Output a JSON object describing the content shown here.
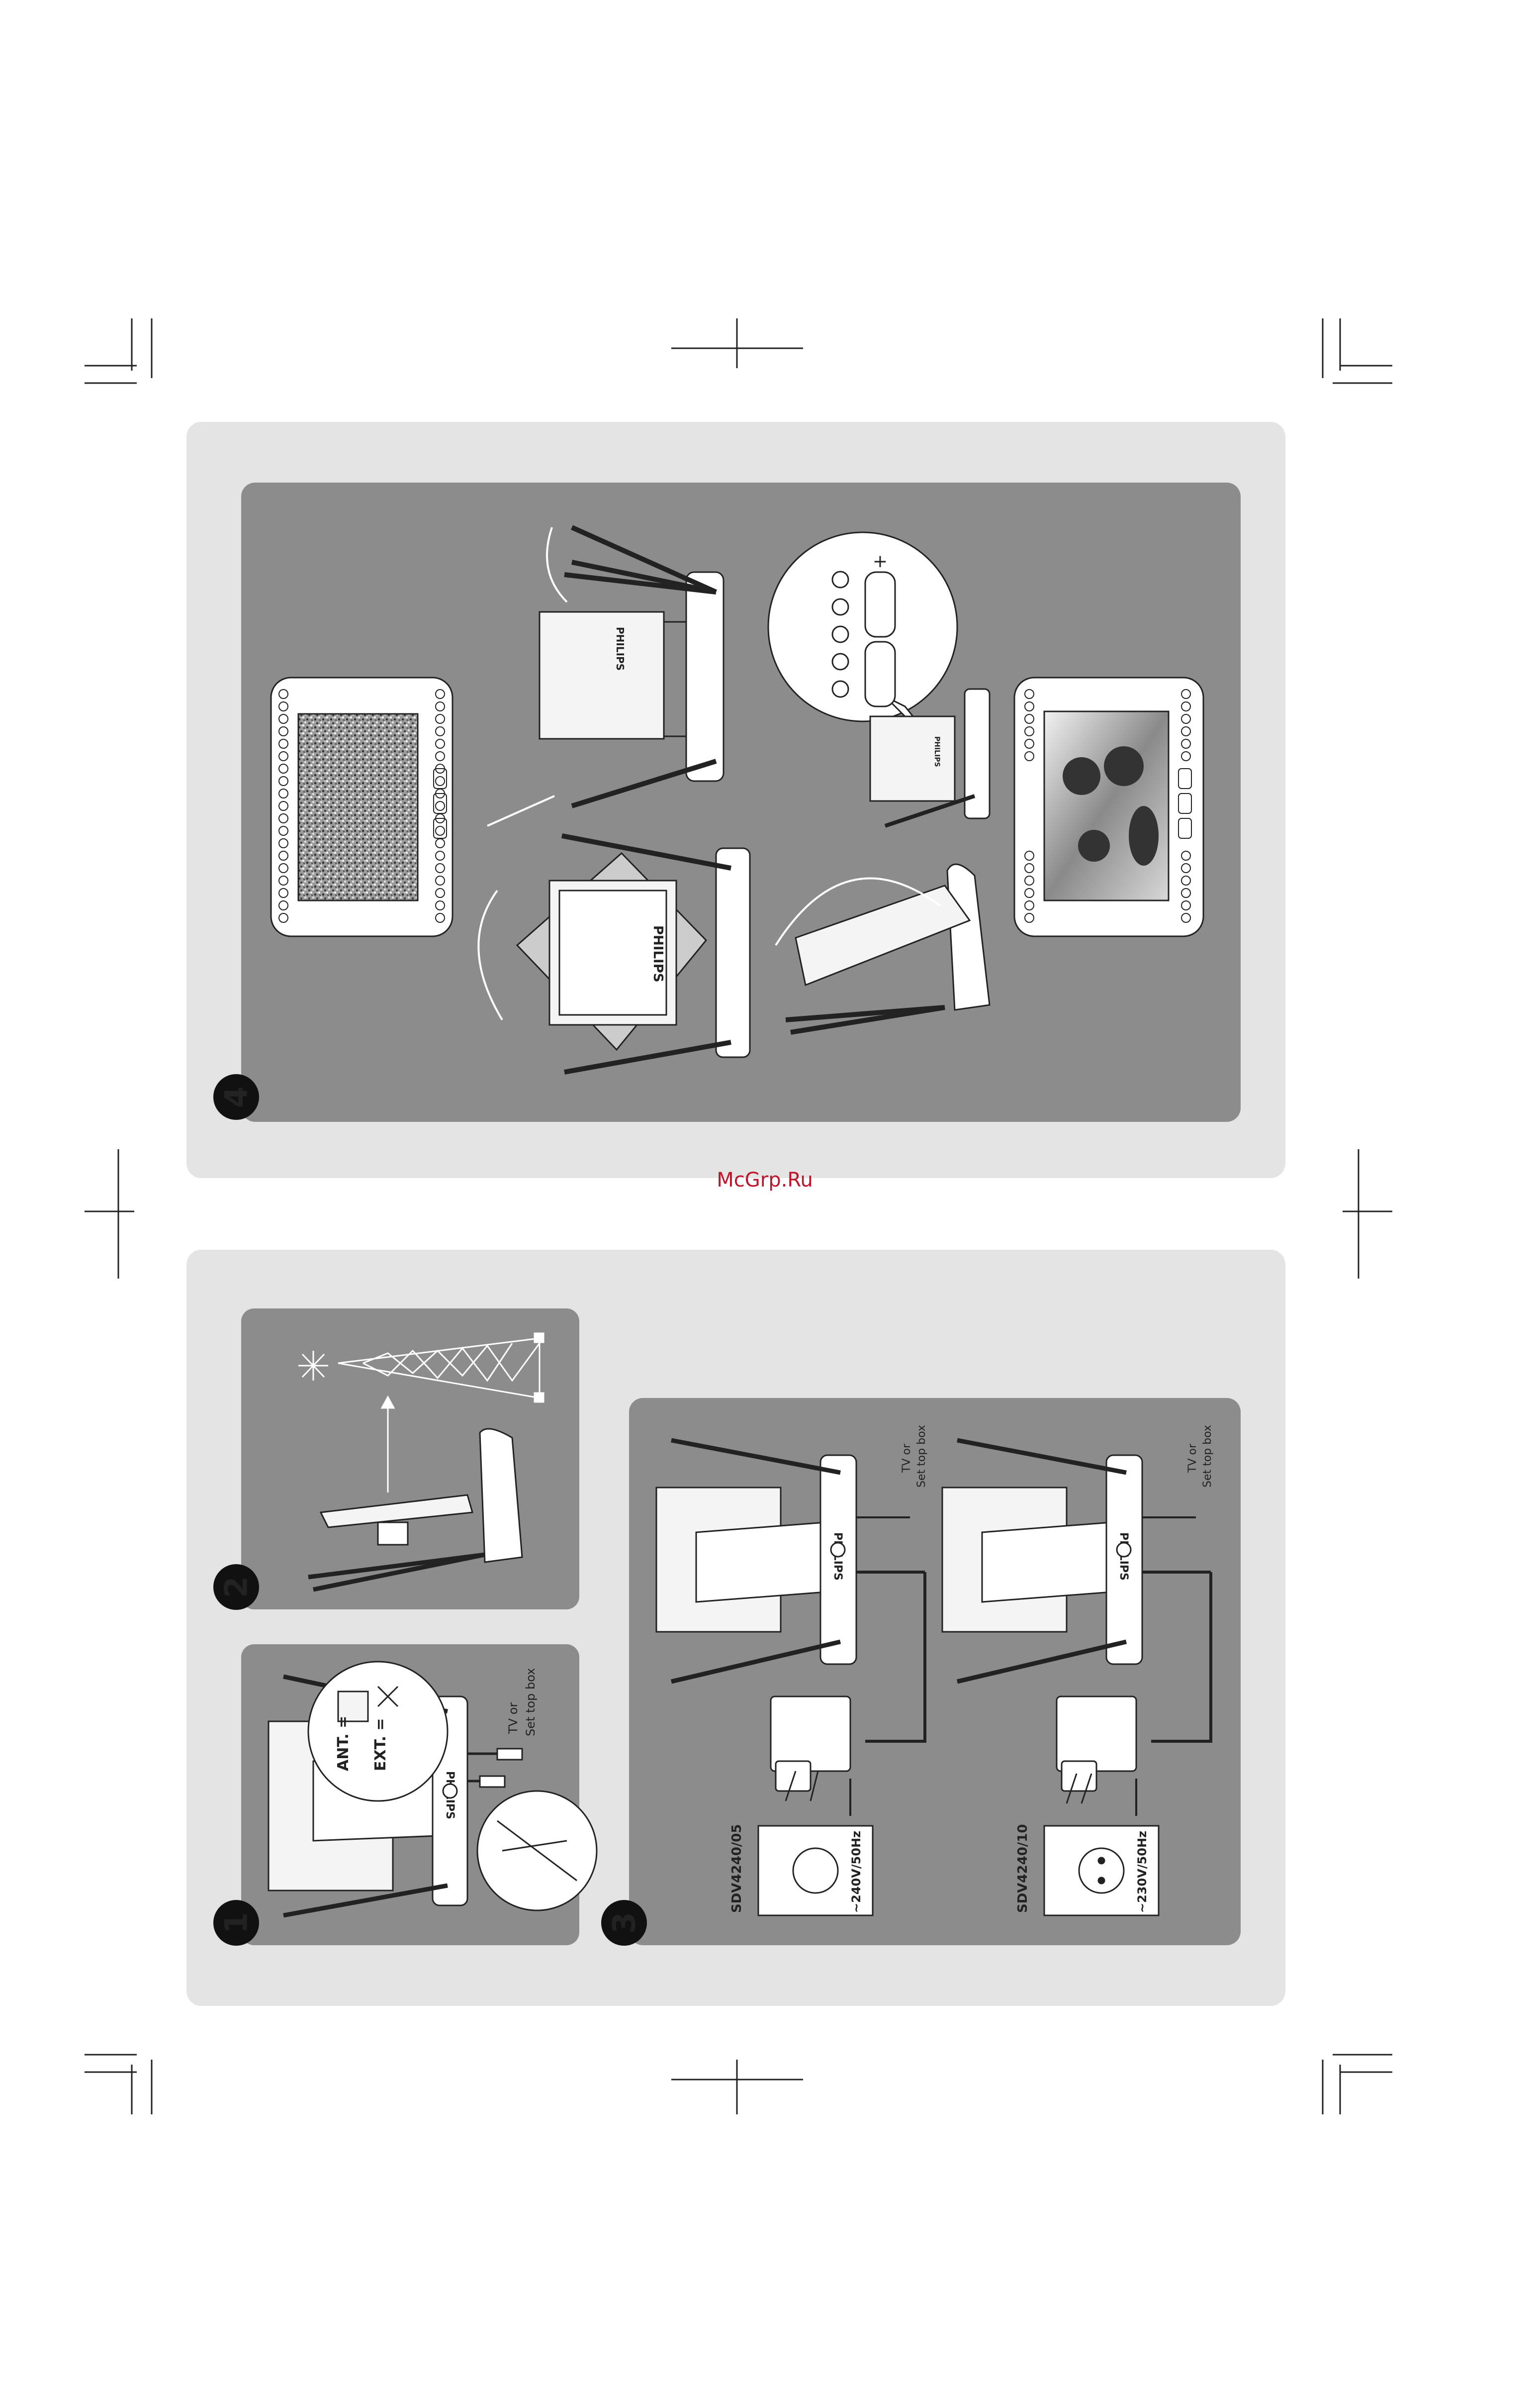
{
  "watermark": "McGrp.Ru",
  "steps": {
    "step1": {
      "number": "1",
      "ant_label": "ANT. =",
      "ext_label": "EXT. =",
      "tv_label_1": "TV or",
      "tv_label_2": "Set top box",
      "brand": "PHILIPS"
    },
    "step2": {
      "number": "2"
    },
    "step3": {
      "number": "3",
      "tv_label_1": "TV or",
      "tv_label_2": "Set top box",
      "brand": "PHILIPS",
      "model_a": "SDV4240/05",
      "voltage_a": "~240V/50Hz",
      "model_b": "SDV4240/10",
      "voltage_b": "~230V/50Hz"
    },
    "step4": {
      "number": "4",
      "brand": "PHILIPS",
      "plus": "+",
      "minus": "-"
    }
  },
  "colors": {
    "page": "#ffffff",
    "outer_panel": "#e4e4e4",
    "inner_panel": "#8c8c8c",
    "line": "#222222",
    "watermark": "#c0142a"
  }
}
